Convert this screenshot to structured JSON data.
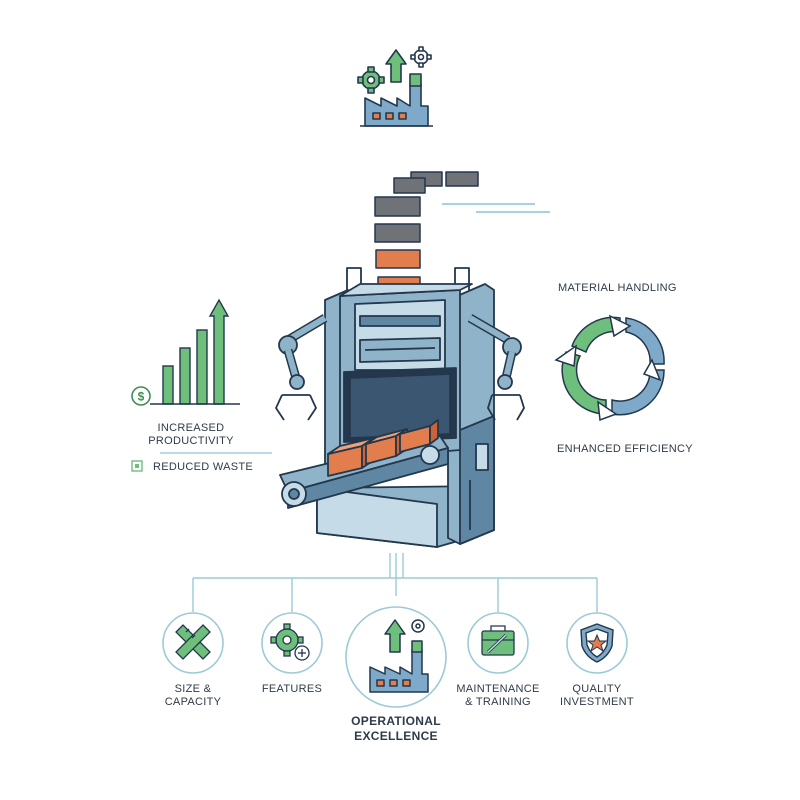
{
  "colors": {
    "machine_fill": "#8fb3c9",
    "machine_dark": "#5f87a3",
    "machine_light": "#c6dbe8",
    "outline": "#23374d",
    "block_orange": "#e27d4e",
    "block_grey": "#6f7378",
    "accent_green": "#6fbf7c",
    "accent_blue": "#7ea9c9",
    "connector_line": "#9ccbd6"
  },
  "top_icon": {
    "icon": "factory-growth-icon"
  },
  "left_panel": {
    "icon": "growth-bar-chart-icon",
    "coin_icon": "dollar-coin-icon",
    "productivity": [
      "INCREASED",
      "PRODUCTIVITY"
    ],
    "waste_icon": "waste-checkbox-icon",
    "waste_label": "REDUCED WASTE"
  },
  "right_panel": {
    "title": "MATERIAL HANDLING",
    "cycle_icon": "efficiency-cycle-icon",
    "efficiency_label": "ENHANCED EFFICIENCY"
  },
  "center": {
    "icon": "industrial-press-machine-illustration"
  },
  "bottom": {
    "items": [
      {
        "icon": "ruler-cross-icon",
        "lines": [
          "SIZE &",
          "CAPACITY"
        ]
      },
      {
        "icon": "gear-plus-icon",
        "lines": [
          "FEATURES"
        ]
      },
      {
        "icon": "factory-growth-icon",
        "lines": [
          "OPERATIONAL",
          "EXCELLENCE"
        ]
      },
      {
        "icon": "toolbox-icon",
        "lines": [
          "MAINTENANCE",
          "& TRAINING"
        ]
      },
      {
        "icon": "shield-star-icon",
        "lines": [
          "QUALITY",
          "INVESTMENT"
        ]
      }
    ]
  }
}
